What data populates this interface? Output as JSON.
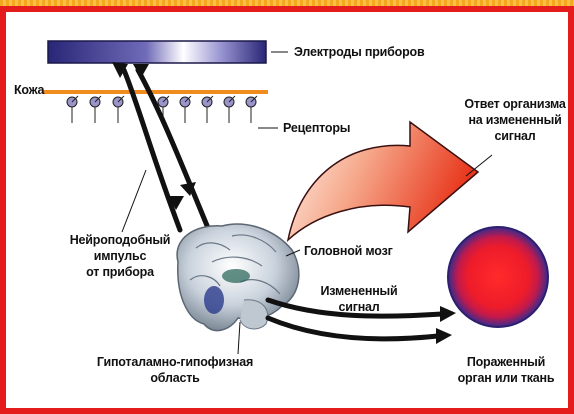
{
  "labels": {
    "electrodes": "Электроды приборов",
    "skin": "Кожа",
    "receptors": "Рецепторы",
    "response": [
      "Ответ организма",
      "на измененный",
      "сигнал"
    ],
    "impulse": [
      "Нейроподобный",
      "импульс",
      "от прибора"
    ],
    "brain": "Головной мозг",
    "changed_signal": [
      "Измененный",
      "сигнал"
    ],
    "hypothalamic": [
      "Гипоталамно-гипофизная",
      "область"
    ],
    "organ": [
      "Пораженный",
      "орган или ткань"
    ]
  },
  "colors": {
    "frame": "#e41c1c",
    "top_stripe": "#f0b429",
    "skin_line": "#f08c1e",
    "receptor_fill": "#9a95c8",
    "electrode_dark": "#2a2677",
    "response_arrow_start": "#fde2d0",
    "response_arrow_end": "#e8371c",
    "organ_core": "#ee1c2a",
    "organ_rim": "#3b2a8c"
  },
  "icons": [
    "electrode-bar",
    "receptor-icon",
    "brain-icon",
    "organ-circle"
  ]
}
